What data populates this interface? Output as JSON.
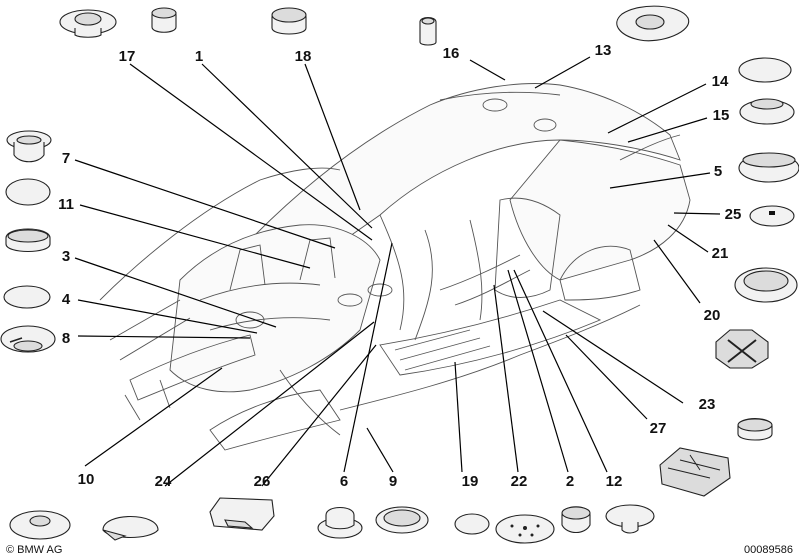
{
  "labels": {
    "n1": "1",
    "n2": "2",
    "n3": "3",
    "n4": "4",
    "n5": "5",
    "n6": "6",
    "n7": "7",
    "n8": "8",
    "n9": "9",
    "n10": "10",
    "n11": "11",
    "n12": "12",
    "n13": "13",
    "n14": "14",
    "n15": "15",
    "n16": "16",
    "n17": "17",
    "n18": "18",
    "n19": "19",
    "n20": "20",
    "n21": "21",
    "n22": "22",
    "n23": "23",
    "n24": "24",
    "n25": "25",
    "n26": "26",
    "n27": "27"
  },
  "footer": {
    "copyright": "© BMW AG",
    "image_number": "00089586"
  }
}
